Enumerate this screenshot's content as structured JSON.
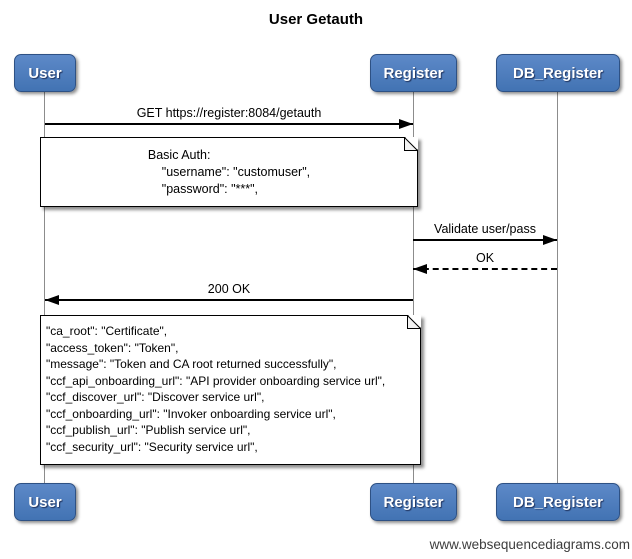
{
  "title": "User Getauth",
  "footer": "www.websequencediagrams.com",
  "actors": [
    {
      "id": "user",
      "label": "User"
    },
    {
      "id": "register",
      "label": "Register"
    },
    {
      "id": "db_register",
      "label": "DB_Register"
    }
  ],
  "messages": [
    {
      "label": "GET https://register:8084/getauth",
      "from": "User",
      "to": "Register",
      "line": "solid"
    },
    {
      "label": "Validate user/pass",
      "from": "Register",
      "to": "DB_Register",
      "line": "solid"
    },
    {
      "label": "OK",
      "from": "DB_Register",
      "to": "Register",
      "line": "dashed"
    },
    {
      "label": "200 OK",
      "from": "Register",
      "to": "User",
      "line": "solid"
    }
  ],
  "notes": [
    {
      "over": "User to Register",
      "lines": [
        "Basic Auth:",
        "    \"username\": \"customuser\",",
        "    \"password\": \"***\","
      ]
    },
    {
      "over": "User to Register",
      "lines": [
        "\"ca_root\": \"Certificate\",",
        "\"access_token\": \"Token\",",
        "\"message\": \"Token and CA root returned successfully\",",
        "\"ccf_api_onboarding_url\": \"API provider onboarding service url\",",
        "\"ccf_discover_url\": \"Discover service url\",",
        "\"ccf_onboarding_url\": \"Invoker onboarding service url\",",
        "\"ccf_publish_url\": \"Publish service url\",",
        "\"ccf_security_url\": \"Security service url\","
      ]
    }
  ],
  "colors": {
    "actor_fill": "#4b7abc",
    "actor_border": "#2e5184",
    "actor_text": "#ffffff",
    "lifeline": "#8c8c8c",
    "arrow": "#000000",
    "note_fill": "#ffffff",
    "note_border": "#000000",
    "background": "#ffffff"
  }
}
